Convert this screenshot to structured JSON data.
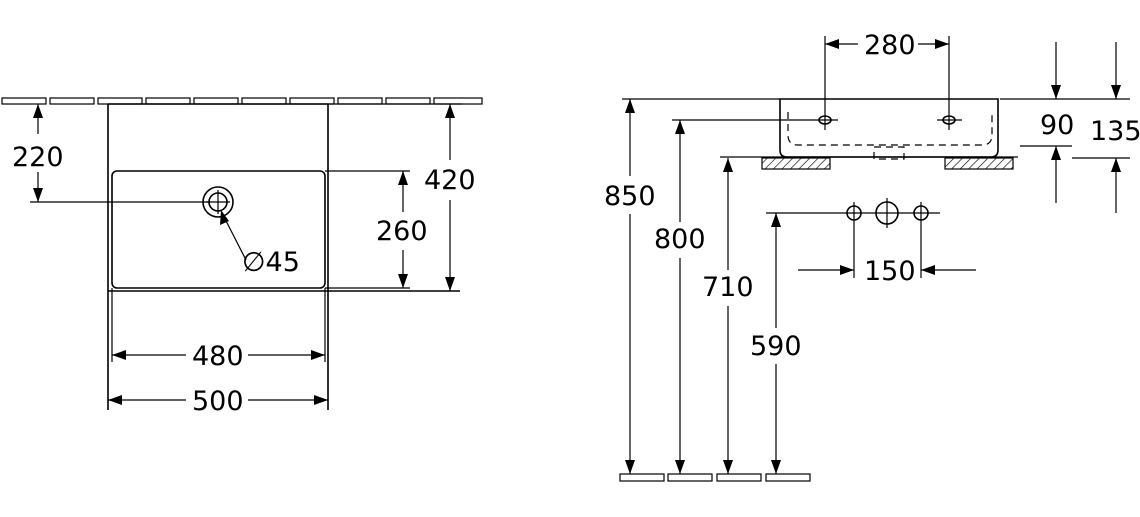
{
  "dimensions": {
    "top_view": {
      "edge_offset": "220",
      "total_depth": "420",
      "bowl_depth": "260",
      "tap_hole_diameter": "∅45",
      "inner_width": "480",
      "total_width": "500"
    },
    "side_view": {
      "tap_hole_spacing": "280",
      "rim_thickness": "90",
      "front_height": "135",
      "mount_height": "850",
      "rim_to_floor": "800",
      "bracket_height": "710",
      "supply_height": "590",
      "supply_spacing": "150"
    }
  }
}
